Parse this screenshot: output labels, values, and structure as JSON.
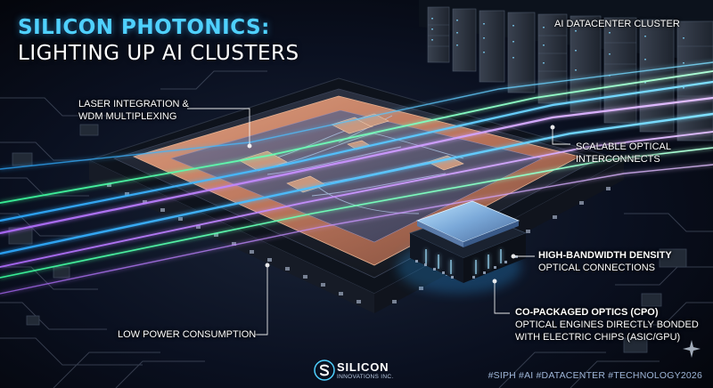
{
  "title": {
    "line1": "SILICON PHOTONICS:",
    "line2": "LIGHTING UP AI CLUSTERS"
  },
  "labels": {
    "datacenter": "AI DATACENTER CLUSTER",
    "laser_line1": "LASER INTEGRATION &",
    "laser_line2": "WDM MULTIPLEXING",
    "scalable_line1": "SCALABLE OPTICAL",
    "scalable_line2": "INTERCONNECTS",
    "bandwidth_title": "HIGH-BANDWIDTH DENSITY",
    "bandwidth_sub": "OPTICAL CONNECTIONS",
    "cpo_title": "CO-PACKAGED OPTICS (CPO)",
    "cpo_sub1": "OPTICAL ENGINES DIRECTLY BONDED",
    "cpo_sub2": "WITH ELECTRIC CHIPS (ASIC/GPU)",
    "low_power": "LOW POWER CONSUMPTION"
  },
  "footer": {
    "logo_name": "SILICON",
    "logo_sub": "INNOVATIONS INC.",
    "hashtags": "#SIPH #AI #DATACENTER #TECHNOLOGY2026"
  },
  "colors": {
    "accent_blue": "#4fd1ff",
    "beam_blue": "#2aa8ff",
    "beam_purple": "#b06bff",
    "beam_green": "#39ff9e",
    "copper": "#c8866a",
    "background": "#05080f"
  },
  "icons": {
    "logo": "silicon-s-logo-icon",
    "sparkle": "sparkle-icon"
  }
}
